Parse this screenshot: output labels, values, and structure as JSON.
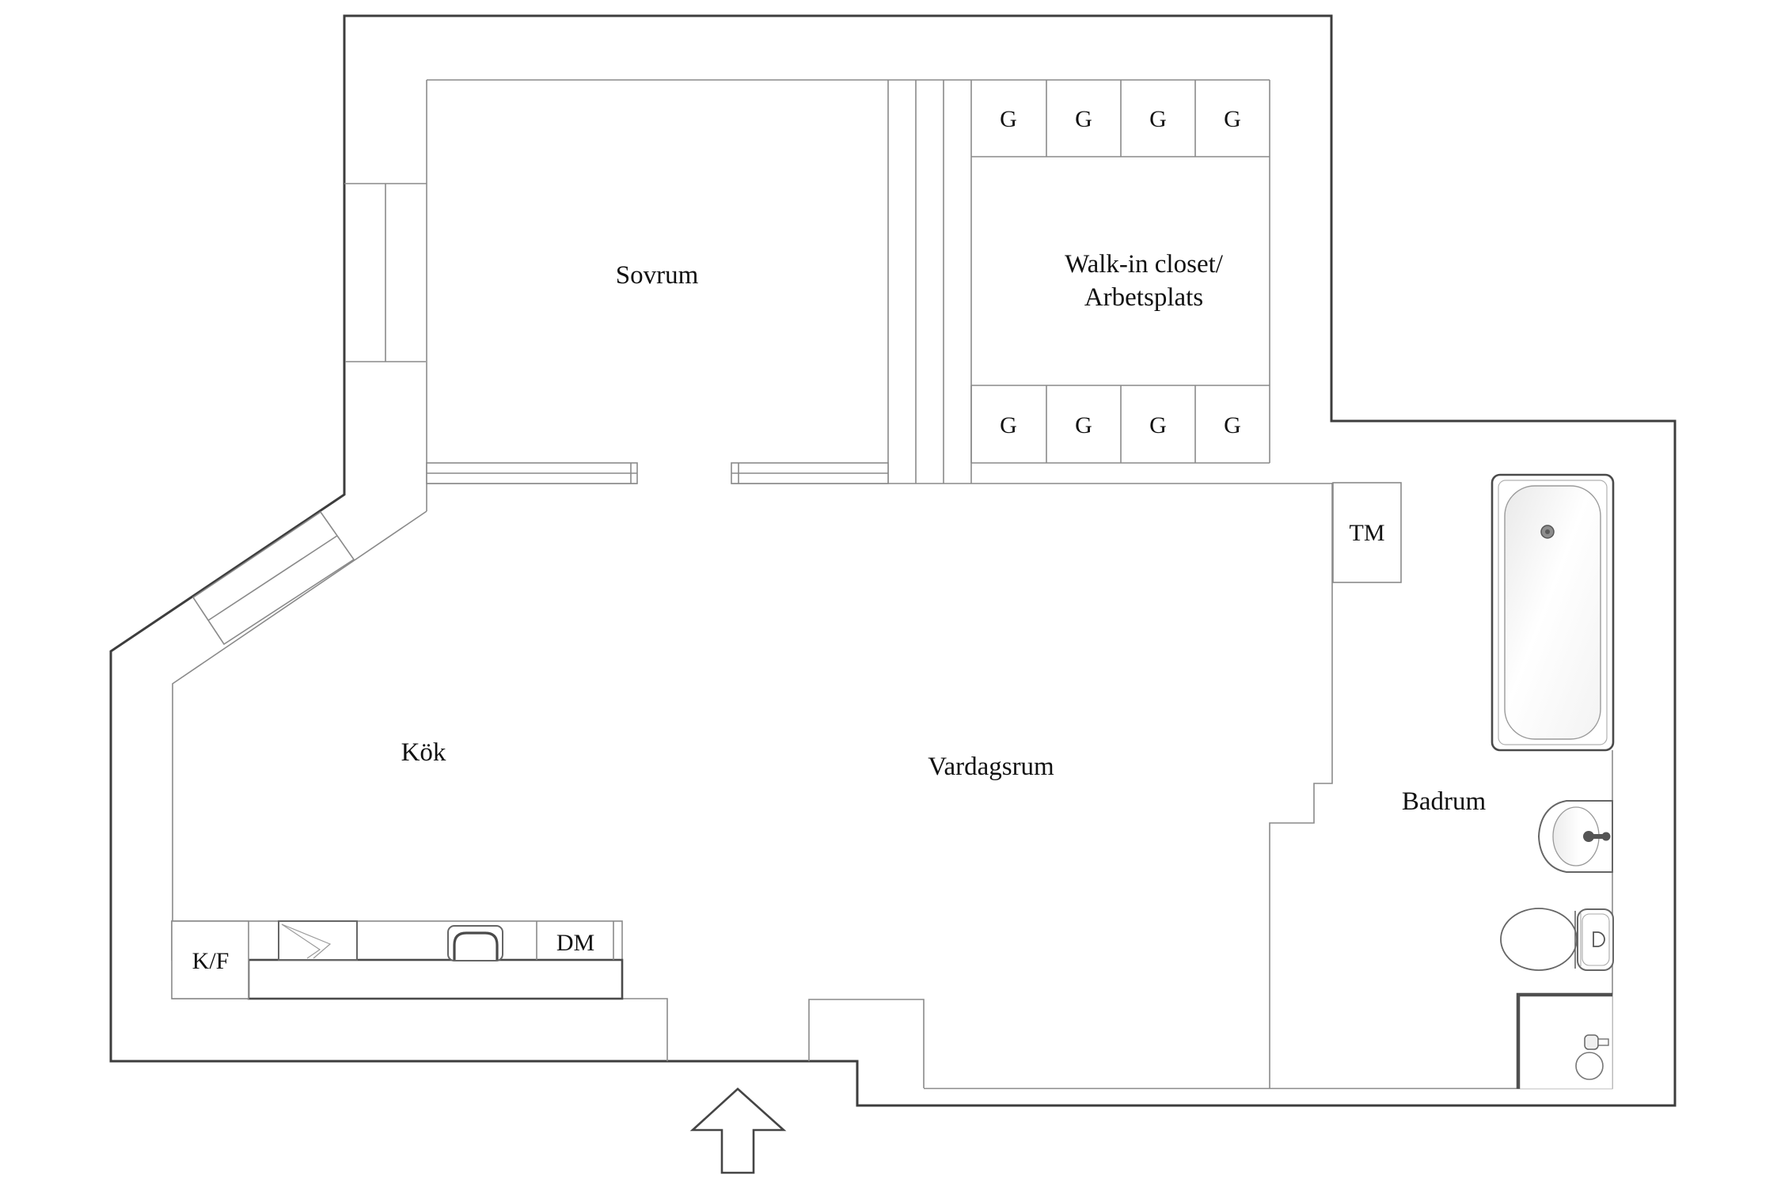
{
  "labels": {
    "bedroom": "Sovrum",
    "closet_line1": "Walk-in closet/",
    "closet_line2": "Arbetsplats",
    "kitchen": "Kök",
    "living_room": "Vardagsrum",
    "bathroom": "Badrum"
  },
  "appliances": {
    "washing_machine": "TM",
    "fridge_freezer": "K/F",
    "dishwasher": "DM"
  },
  "wardrobes": {
    "top": [
      "G",
      "G",
      "G",
      "G"
    ],
    "bottom": [
      "G",
      "G",
      "G",
      "G"
    ]
  },
  "colors": {
    "outer_wall": "#3d3d3d",
    "inner_wall": "#8a8a8a",
    "fixture": "#666666",
    "text": "#111111",
    "background": "#ffffff"
  }
}
